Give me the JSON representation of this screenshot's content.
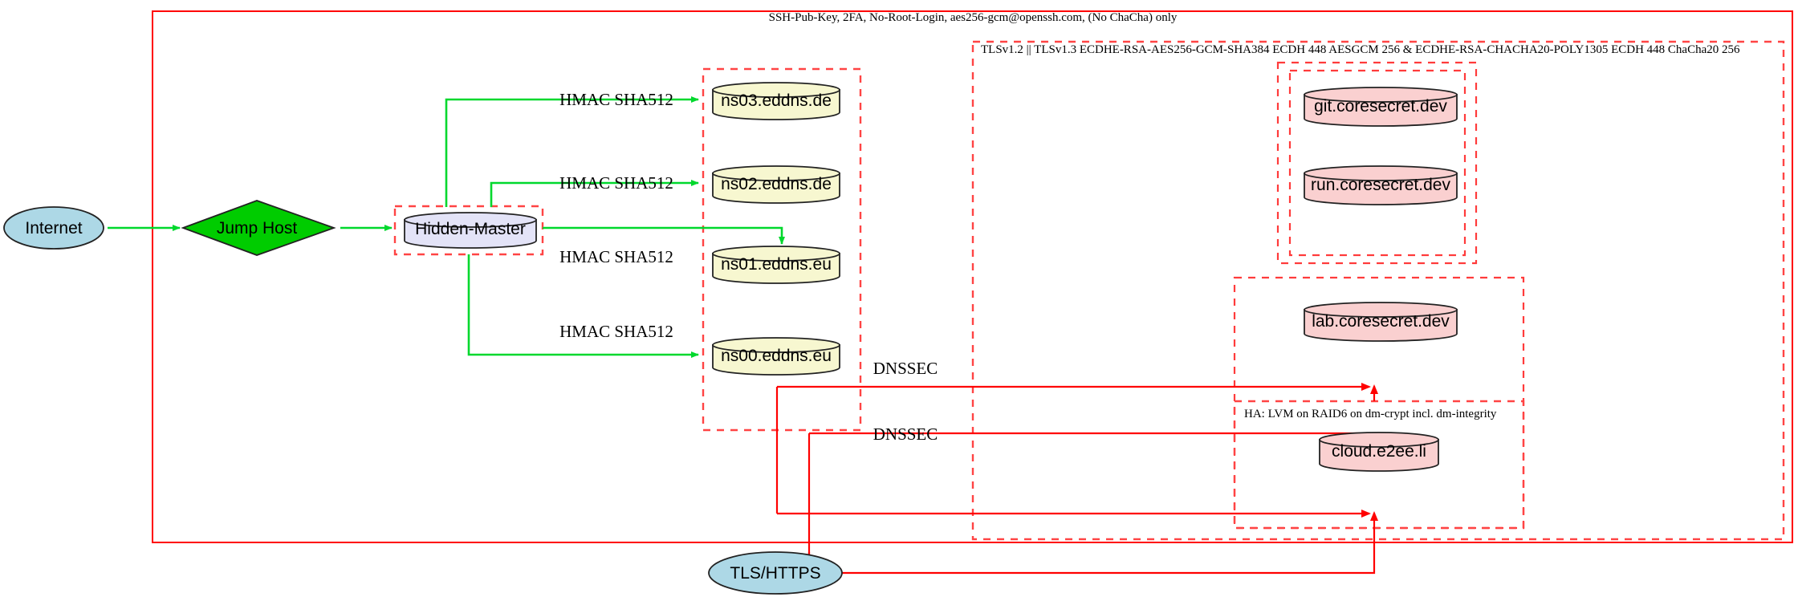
{
  "diagram": {
    "title_labels": {
      "outer_ssh": "SSH-Pub-Key, 2FA, No-Root-Login, aes256-gcm@openssh.com, (No ChaCha) only",
      "tls_cluster": "TLSv1.2 || TLSv1.3 ECDHE-RSA-AES256-GCM-SHA384 ECDH 448 AESGCM 256 & ECDHE-RSA-CHACHA20-POLY1305 ECDH 448 ChaCha20 256",
      "ha_cluster": "HA: LVM on RAID6 on dm-crypt incl. dm-integrity"
    },
    "nodes": {
      "internet": "Internet",
      "jump_host": "Jump Host",
      "hidden_master": "Hidden-Master",
      "ns03": "ns03.eddns.de",
      "ns02": "ns02.eddns.de",
      "ns01": "ns01.eddns.eu",
      "ns00": "ns00.eddns.eu",
      "git": "git.coresecret.dev",
      "run": "run.coresecret.dev",
      "lab": "lab.coresecret.dev",
      "cloud": "cloud.e2ee.li",
      "tls_https": "TLS/HTTPS"
    },
    "edge_labels": {
      "hmac_1": "HMAC SHA512",
      "hmac_2": "HMAC SHA512",
      "hmac_3": "HMAC SHA512",
      "hmac_4": "HMAC SHA512",
      "dnssec_1": "DNSSEC",
      "dnssec_2": "DNSSEC"
    },
    "colors": {
      "internet_fill": "#add8e6",
      "jump_host_fill": "#00cc00",
      "hidden_master_fill": "#e3e3f7",
      "dns_fill": "#f7f7d0",
      "service_fill": "#fad0d0",
      "tls_node_fill": "#add8e6",
      "boundary_red": "#ff0000",
      "edge_green": "#00d82d",
      "edge_red": "#ff0000"
    }
  }
}
